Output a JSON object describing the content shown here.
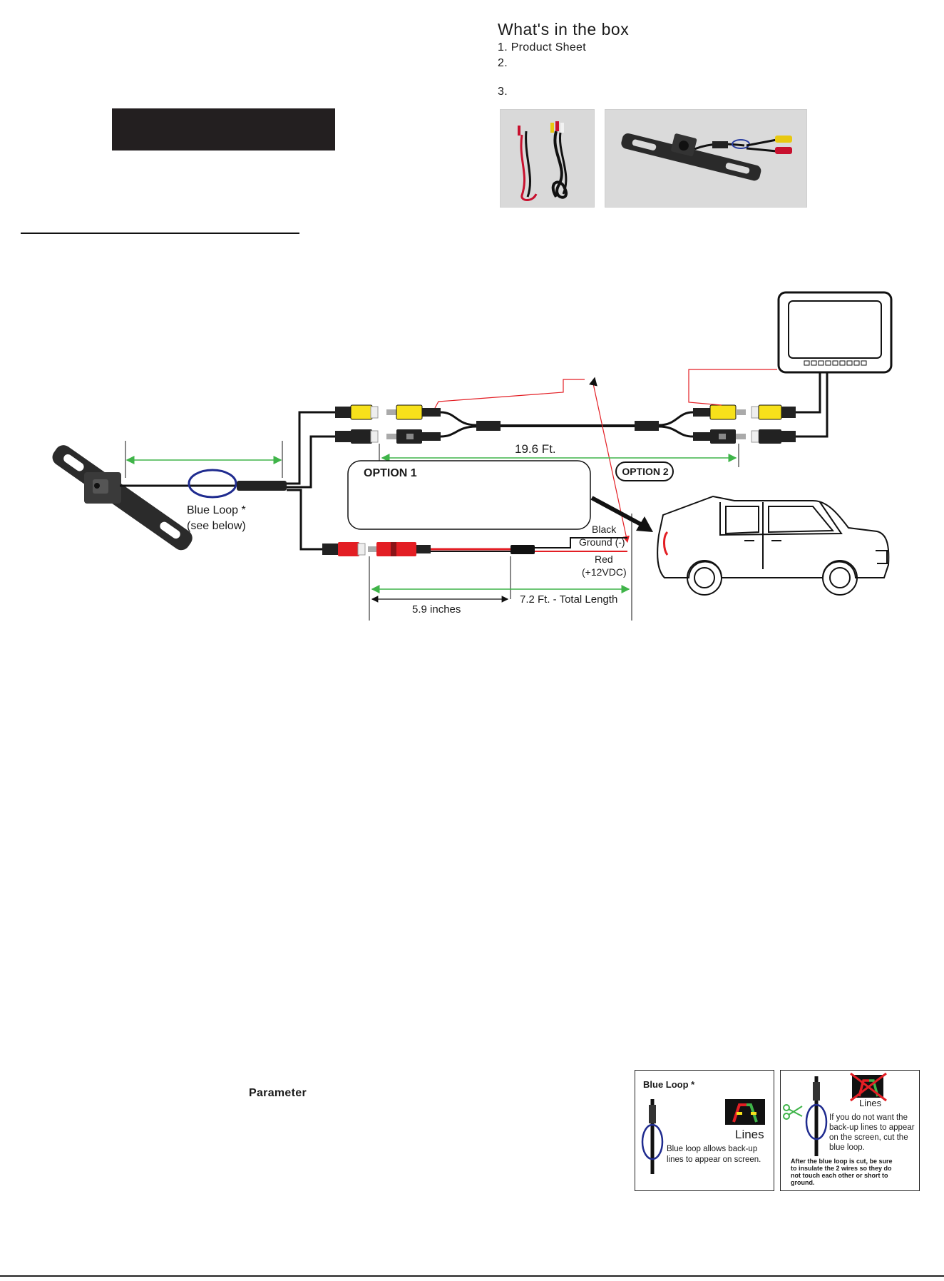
{
  "whats_in_box": {
    "title": "What's in the box",
    "items": [
      {
        "number": "1.",
        "label": "Product Sheet"
      },
      {
        "number": "2.",
        "label": ""
      },
      {
        "number": "3.",
        "label": ""
      }
    ]
  },
  "diagram": {
    "cable_length_video": "19.6 Ft.",
    "option_1": "OPTION 1",
    "option_2": "OPTION 2",
    "blue_loop_label_1": "Blue Loop *",
    "blue_loop_label_2": "(see below)",
    "black_label": "Black",
    "ground_label": "Ground (-)",
    "red_label": "Red",
    "voltage_label": "(+12VDC)",
    "short_length": "5.9 inches",
    "total_length": "7.2 Ft. - Total Length"
  },
  "parameter": {
    "label": "Parameter"
  },
  "blue_loop_panel": {
    "title": "Blue Loop *",
    "lines_label": "Lines",
    "caption_1": "Blue loop allows back-up",
    "caption_2": "lines to appear on screen."
  },
  "cut_panel": {
    "lines_label": "Lines",
    "instruction_1": "If you do not want the",
    "instruction_2": "back-up lines to appear",
    "instruction_3": "on the screen, cut the",
    "instruction_4": "blue loop.",
    "warning_1": "After the blue loop is cut, be sure",
    "warning_2": "to insulate the 2 wires so they do",
    "warning_3": "not touch each other or short to",
    "warning_4": "ground."
  },
  "colors": {
    "video_yellow": "#f7e11b",
    "wire_red": "#e31e24",
    "dimension_green": "#3fb449",
    "loop_blue": "#1f2b8f",
    "banner_black": "#231f20"
  }
}
